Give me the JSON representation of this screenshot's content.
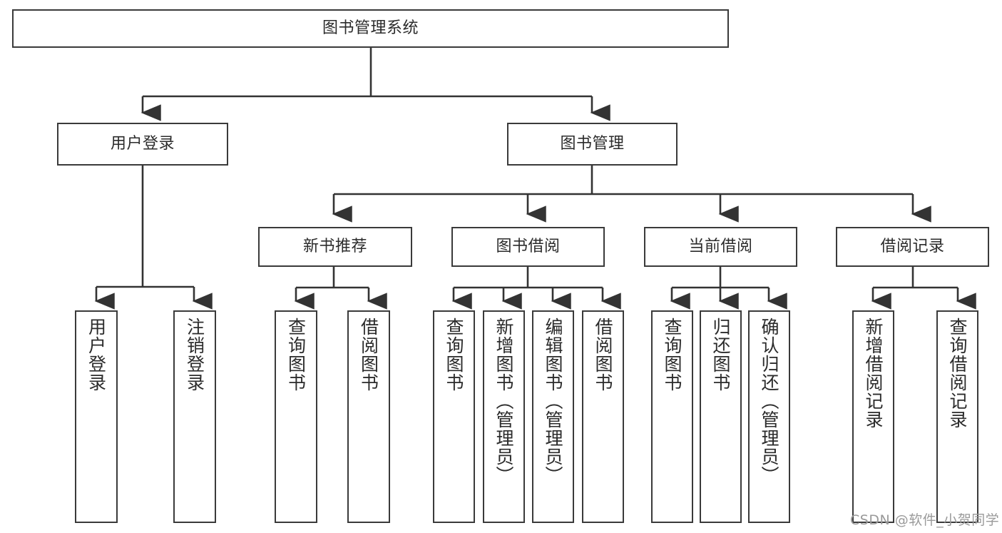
{
  "diagram": {
    "title": "图书管理系统",
    "type": "tree-hierarchy-diagram",
    "colors": {
      "box_border": "#3a3a3a",
      "box_fill": "#ffffff",
      "connector": "#333333",
      "text": "#2b2b2b",
      "watermark": "#9a9a9a",
      "background": "#ffffff"
    },
    "root": {
      "label": "图书管理系统"
    },
    "level2": [
      {
        "label": "用户登录"
      },
      {
        "label": "图书管理"
      }
    ],
    "level3": [
      {
        "label": "新书推荐"
      },
      {
        "label": "图书借阅"
      },
      {
        "label": "当前借阅"
      },
      {
        "label": "借阅记录"
      }
    ],
    "leaves": {
      "user_login": [
        {
          "label": "用户登录"
        },
        {
          "label": "注销登录"
        }
      ],
      "new_book_recommend": [
        {
          "label": "查询图书"
        },
        {
          "label": "借阅图书"
        }
      ],
      "book_borrow": [
        {
          "label": "查询图书"
        },
        {
          "label": "新增图书（管理员）"
        },
        {
          "label": "编辑图书（管理员）"
        },
        {
          "label": "借阅图书"
        }
      ],
      "current_borrow": [
        {
          "label": "查询图书"
        },
        {
          "label": "归还图书"
        },
        {
          "label": "确认归还（管理员）"
        }
      ],
      "borrow_record": [
        {
          "label": "新增借阅记录"
        },
        {
          "label": "查询借阅记录"
        }
      ]
    }
  },
  "watermark": {
    "text": "CSDN @软件_小贺同学"
  }
}
